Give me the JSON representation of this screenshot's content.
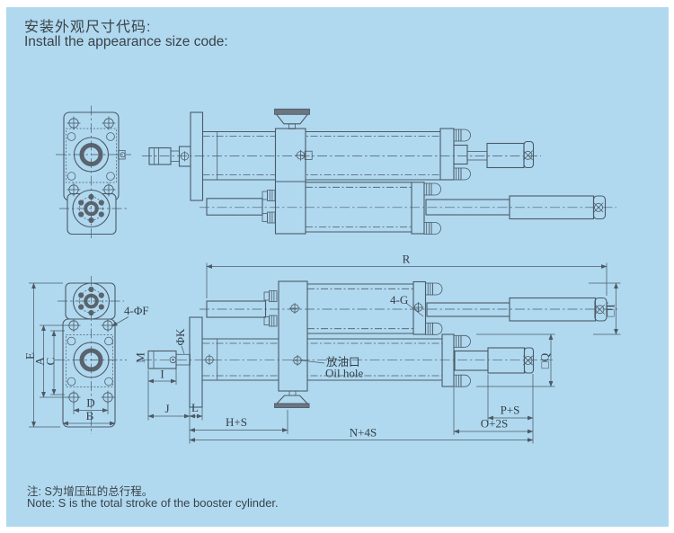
{
  "header": {
    "title_cn": "安装外观尺寸代码:",
    "title_en": "Install the appearance size code:"
  },
  "footer": {
    "note_cn": "注: S为增压缸的总行程。",
    "note_en": "Note: S is the total stroke of the booster cylinder."
  },
  "colors": {
    "background": "#b0d9f0",
    "line": "#4c5a66",
    "dark_fill": "#5a646e",
    "text": "#333e46"
  },
  "labels": {
    "E": "E",
    "A": "A",
    "C": "C",
    "D": "D",
    "B": "B",
    "bolt_holes": "4-ΦF",
    "rod_thread": "M",
    "rod_diameter": "ΦK",
    "I": "I",
    "J": "J",
    "L": "L",
    "H_S": "H+S",
    "N_4S": "N+4S",
    "R": "R",
    "ports": "4-G",
    "oil_hole_cn": "放油口",
    "oil_hole_en": "Oil hole",
    "T": "□T",
    "Q": "□Q",
    "P_S": "P+S",
    "O_2S": "O+2S"
  }
}
